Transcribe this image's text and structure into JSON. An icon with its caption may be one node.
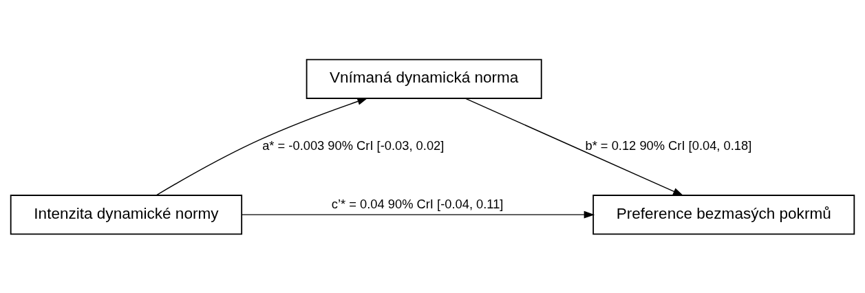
{
  "diagram": {
    "nodes": [
      {
        "text": [
          "Vnímaná dynamická norma"
        ]
      },
      {
        "text": [
          "Intenzita dynamické normy"
        ]
      },
      {
        "text": [
          "Preference bezmasých pokrmů"
        ]
      }
    ],
    "edges": [
      {
        "from": 1,
        "to": 0,
        "arrow": "to",
        "label": "a* = -0.003 90% CrI [-0.03, 0.02]"
      },
      {
        "from": 0,
        "to": 2,
        "arrow": "to",
        "label": "b* = 0.12 90% CrI [0.04, 0.18]"
      },
      {
        "from": 1,
        "to": 2,
        "arrow": "to",
        "label": "c’* = 0.04 90% CrI [-0.04, 0.11]"
      }
    ]
  }
}
